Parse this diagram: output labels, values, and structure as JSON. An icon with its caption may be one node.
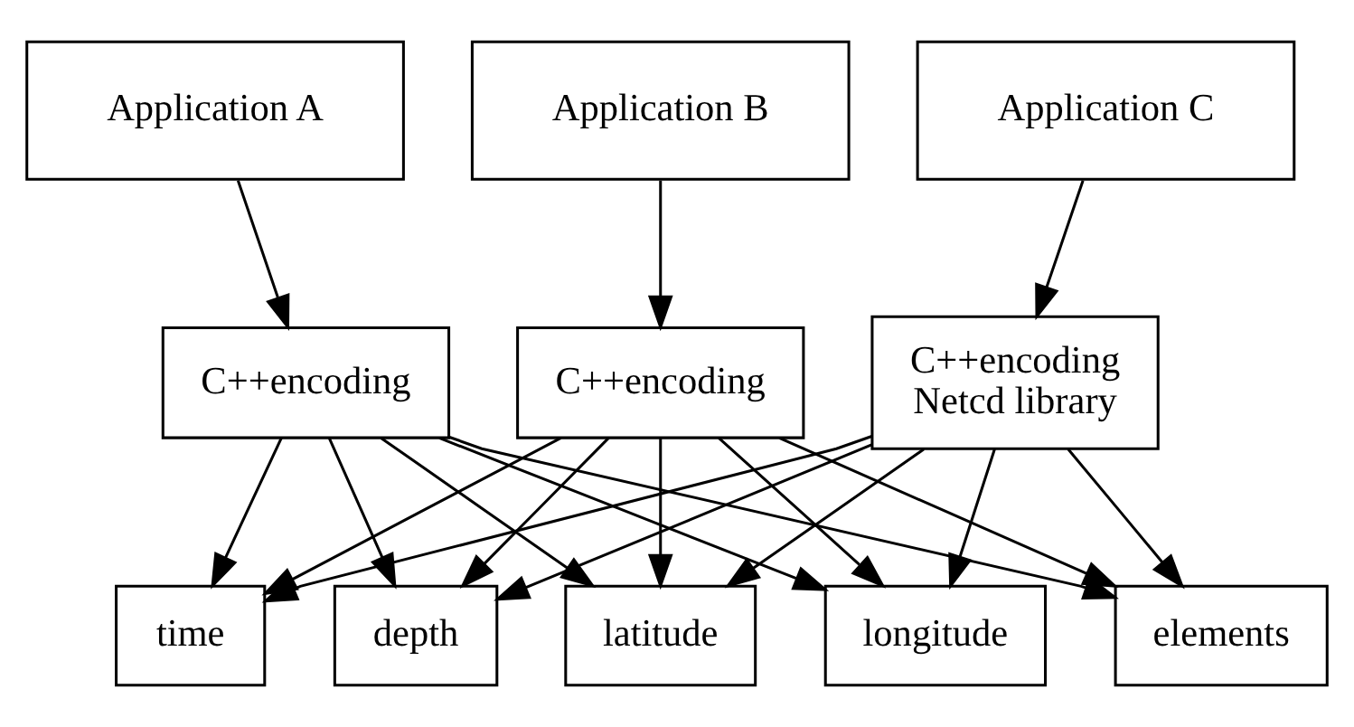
{
  "diagram": {
    "nodes": [
      {
        "text": [
          "Application A"
        ]
      },
      {
        "text": [
          "Application B"
        ]
      },
      {
        "text": [
          "Application C"
        ]
      },
      {
        "text": [
          "C++encoding"
        ]
      },
      {
        "text": [
          "C++encoding"
        ]
      },
      {
        "text": [
          "C++encoding",
          "Netcd library"
        ]
      },
      {
        "text": [
          "time"
        ]
      },
      {
        "text": [
          "depth"
        ]
      },
      {
        "text": [
          "latitude"
        ]
      },
      {
        "text": [
          "longitude"
        ]
      },
      {
        "text": [
          "elements"
        ]
      }
    ],
    "edges": [
      {
        "from": 0,
        "to": 3,
        "arrow": "to"
      },
      {
        "from": 1,
        "to": 4,
        "arrow": "to"
      },
      {
        "from": 2,
        "to": 5,
        "arrow": "to"
      },
      {
        "from": 3,
        "to": 6,
        "arrow": "to"
      },
      {
        "from": 3,
        "to": 7,
        "arrow": "to"
      },
      {
        "from": 3,
        "to": 8,
        "arrow": "to"
      },
      {
        "from": 3,
        "to": 9,
        "arrow": "to"
      },
      {
        "from": 3,
        "to": 10,
        "arrow": "to"
      },
      {
        "from": 4,
        "to": 6,
        "arrow": "to"
      },
      {
        "from": 4,
        "to": 7,
        "arrow": "to"
      },
      {
        "from": 4,
        "to": 8,
        "arrow": "to"
      },
      {
        "from": 4,
        "to": 9,
        "arrow": "to"
      },
      {
        "from": 4,
        "to": 10,
        "arrow": "to"
      },
      {
        "from": 5,
        "to": 6,
        "arrow": "to"
      },
      {
        "from": 5,
        "to": 7,
        "arrow": "to"
      },
      {
        "from": 5,
        "to": 8,
        "arrow": "to"
      },
      {
        "from": 5,
        "to": 9,
        "arrow": "to"
      },
      {
        "from": 5,
        "to": 10,
        "arrow": "to"
      }
    ]
  }
}
